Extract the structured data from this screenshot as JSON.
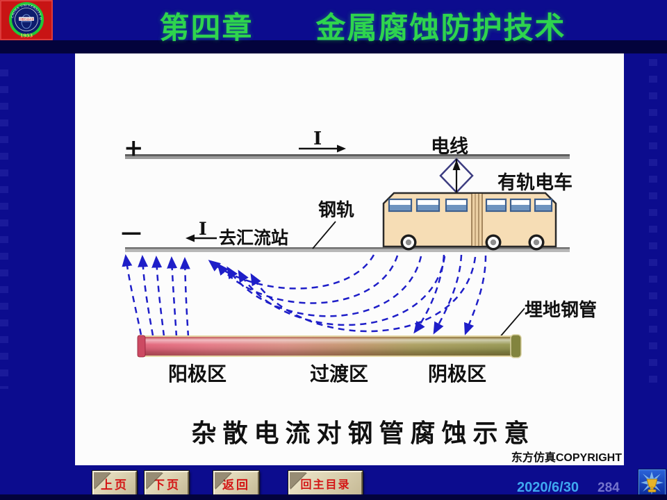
{
  "header": {
    "title": "第四章　　金属腐蚀防护技术",
    "logo": {
      "arc_text": "CHINA UNIVERSITY OF PETROLEUM",
      "center_text": "中国石油大学",
      "year": "1953"
    }
  },
  "diagram": {
    "plus_sign": "+",
    "minus_sign": "—",
    "current_top": "I",
    "current_bottom": "I",
    "wire_label": "电线",
    "tram_label": "有轨电车",
    "rail_label": "钢轨",
    "to_station_label": "去汇流站",
    "pipe_label": "埋地钢管",
    "zones": {
      "anode": "阳极区",
      "transition": "过渡区",
      "cathode": "阴极区"
    },
    "caption": "杂散电流对钢管腐蚀示意",
    "copyright": "东方仿真COPYRIGHT"
  },
  "footer": {
    "buttons": [
      {
        "label": "上页"
      },
      {
        "label": "下页"
      },
      {
        "label": "返回"
      },
      {
        "label": "回主目录"
      }
    ],
    "date": "2020/6/30",
    "page": "284"
  },
  "colors": {
    "background_navy": "#0c0c8e",
    "title_green": "#2ed44e",
    "button_text_red": "#d41414",
    "date_blue": "#3fa8f0",
    "page_purple": "#7474cc",
    "stray_current_blue": "#1e1ec8",
    "pipe_anode_red": "#e05a72",
    "pipe_cathode_olive": "#8f9148",
    "tram_body_beige": "#f6ddb5"
  }
}
